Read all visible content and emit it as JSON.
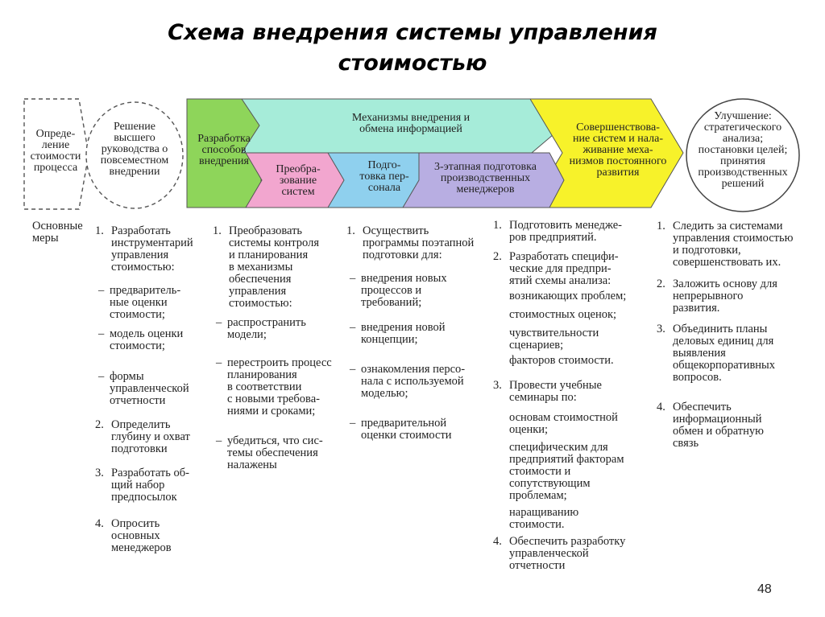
{
  "slide": {
    "title_lines": [
      "Схема внедрения системы управления",
      "стоимостью"
    ],
    "page_number": "48"
  },
  "diagram": {
    "determination": "Опреде-\nление\nстоимости\nпроцесса",
    "decision": "Решение\nвысшего\nруководства о\nповсеместном\nвнедрении",
    "development": "Разработка\nспособов\nвнедрения",
    "mechanisms": "Механизмы внедрения и\nобмена информацией",
    "transformation": "Преобра-\nзование\nсистем",
    "training": "Подго-\nтовка пер-\nсонала",
    "three_stage": "3-этапная подготовка\nпроизводственных\nменеджеров",
    "improvement_systems": "Совершенствова-\nние систем и нала-\nживание меха-\nнизмов постоянного\nразвития",
    "improvement_goal": "Улучшение:\nстратегического\nанализа;\nпостановки целей;\nпринятия\nпроизводственных\nрешений",
    "colors": {
      "green": "#8ed55a",
      "mint": "#a6ecd9",
      "yellow": "#f7f22a",
      "pink": "#f2a6cf",
      "blue": "#8fd0ee",
      "lavender": "#b8aee2"
    }
  },
  "measures_label": "Основные\nмеры",
  "columns": [
    {
      "items": [
        {
          "marker": "1.",
          "text": "Разработать\nинструментарий\nуправления\nстоимостью:",
          "gap": 0
        },
        {
          "marker": "–",
          "text": "предваритель-\nные оценки\nстоимости;",
          "gap": 14
        },
        {
          "marker": "–",
          "text": "модель оценки\nстоимости;",
          "gap": 9
        },
        {
          "marker": "–",
          "text": "формы\nуправленческой\nотчетности",
          "gap": 23
        },
        {
          "marker": "2.",
          "text": "Определить\nглубину и охват\nподготовки",
          "gap": 15
        },
        {
          "marker": "3.",
          "text": "Разработать об-\nщий набор\nпредпосылок",
          "gap": 15
        },
        {
          "marker": "4.",
          "text": "Опросить\nосновных\nменеджеров",
          "gap": 18
        }
      ]
    },
    {
      "items": [
        {
          "marker": "1.",
          "text": "Преобразовать\nсистемы контроля\nи планирования\nв механизмы\nобеспечения\nуправления\nстоимостью:",
          "gap": 0
        },
        {
          "marker": "–",
          "text": "распространить\nмодели;",
          "gap": 9
        },
        {
          "marker": "–",
          "text": "перестроить процесс\nпланирования\nв соответствии\nс новыми требова-\nниями и сроками;",
          "gap": 20
        },
        {
          "marker": "–",
          "text": "убедиться, что сис-\nтемы обеспечения\nналажены",
          "gap": 22
        }
      ]
    },
    {
      "items": [
        {
          "marker": "1.",
          "text": "Осуществить\nпрограммы поэтапной\nподготовки для:",
          "gap": 0
        },
        {
          "marker": "–",
          "text": "внедрения новых\nпроцессов и\nтребований;",
          "gap": 14
        },
        {
          "marker": "–",
          "text": "внедрения новой\nконцепции;",
          "gap": 16
        },
        {
          "marker": "–",
          "text": "ознакомления персо-\nнала с используемой\nмоделью;",
          "gap": 22
        },
        {
          "marker": "–",
          "text": "предварительной\nоценки стоимости",
          "gap": 22
        }
      ]
    },
    {
      "items": [
        {
          "marker": "1.",
          "text": "Подготовить менедже-\nров предприятий.",
          "gap": 0
        },
        {
          "marker": "2.",
          "text": "Разработать специфи-\nческие для предпри-\nятий схемы анализа:",
          "gap": 9
        },
        {
          "marker": "",
          "text": "возникающих проблем;",
          "gap": 4
        },
        {
          "marker": "",
          "text": "стоимостных оценок;",
          "gap": 8
        },
        {
          "marker": "",
          "text": "чувствительности\nсценариев;",
          "gap": 8
        },
        {
          "marker": "",
          "text": "факторов стоимости.",
          "gap": 4
        },
        {
          "marker": "3.",
          "text": "Провести учебные\nсеминары по:",
          "gap": 16
        },
        {
          "marker": "",
          "text": "основам стоимостной\nоценки;",
          "gap": 10
        },
        {
          "marker": "",
          "text": "специфическим для\nпредприятий факторам\nстоимости и\nсопутствующим\nпроблемам;",
          "gap": 7
        },
        {
          "marker": "",
          "text": "наращиванию\nстоимости.",
          "gap": 6
        },
        {
          "marker": "4.",
          "text": "Обеспечить разработку\nуправленческой\nотчетности",
          "gap": 6
        }
      ]
    },
    {
      "items": [
        {
          "marker": "1.",
          "text": "Следить за системами\nуправления стоимостью\nи подготовки,\nсовершенствовать их.",
          "gap": 0
        },
        {
          "marker": "2.",
          "text": "Заложить основу для\nнепрерывного\nразвития.",
          "gap": 12
        },
        {
          "marker": "3.",
          "text": "Объединить планы\nделовых единиц для\nвыявления\nобщекорпоративных\nвопросов.",
          "gap": 11
        },
        {
          "marker": "4.",
          "text": "Обеспечить\nинформационный\nобмен и обратную\nсвязь",
          "gap": 22
        }
      ]
    }
  ]
}
